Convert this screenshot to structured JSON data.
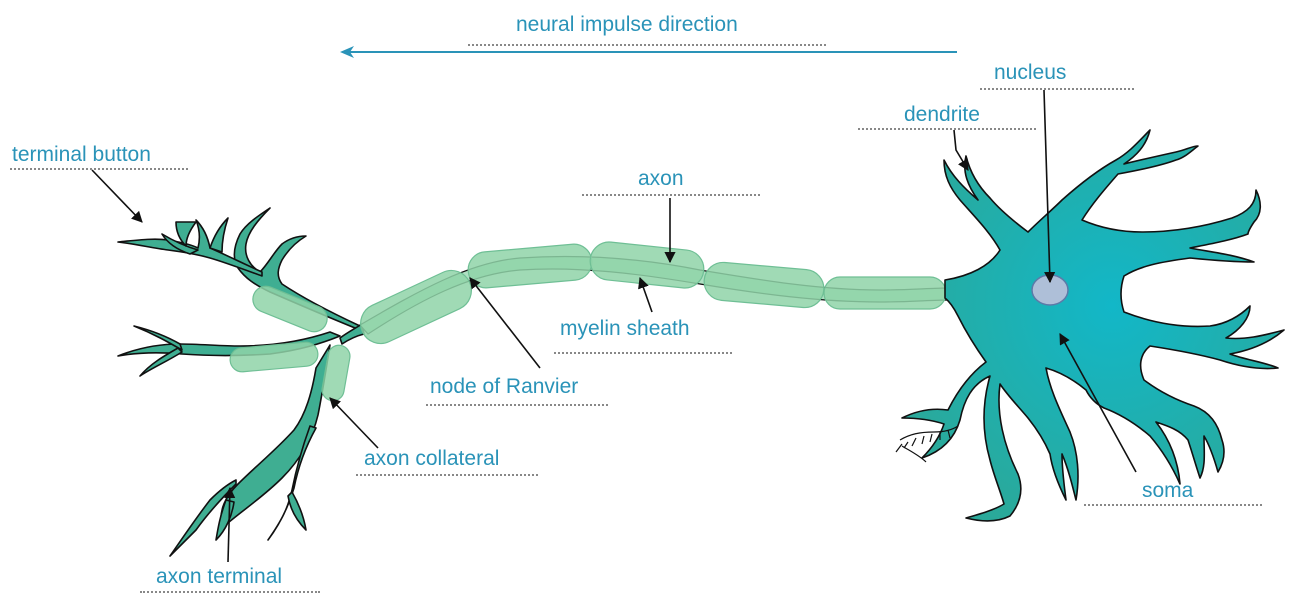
{
  "labels": {
    "impulse": "neural impulse direction",
    "nucleus": "nucleus",
    "dendrite": "dendrite",
    "terminal_button": "terminal button",
    "axon": "axon",
    "myelin_sheath": "myelin sheath",
    "node_of_ranvier": "node of Ranvier",
    "axon_collateral": "axon collateral",
    "axon_terminal": "axon terminal",
    "soma": "soma"
  },
  "colors": {
    "label_text": "#2a93b8",
    "arrow": "#2a93b8",
    "soma_fill": "#1bb0b0",
    "neuron_fill": "#3fae92",
    "myelin_fill": "#8fd3a8",
    "outline": "#111111",
    "nucleus_fill": "#aebfd8"
  }
}
